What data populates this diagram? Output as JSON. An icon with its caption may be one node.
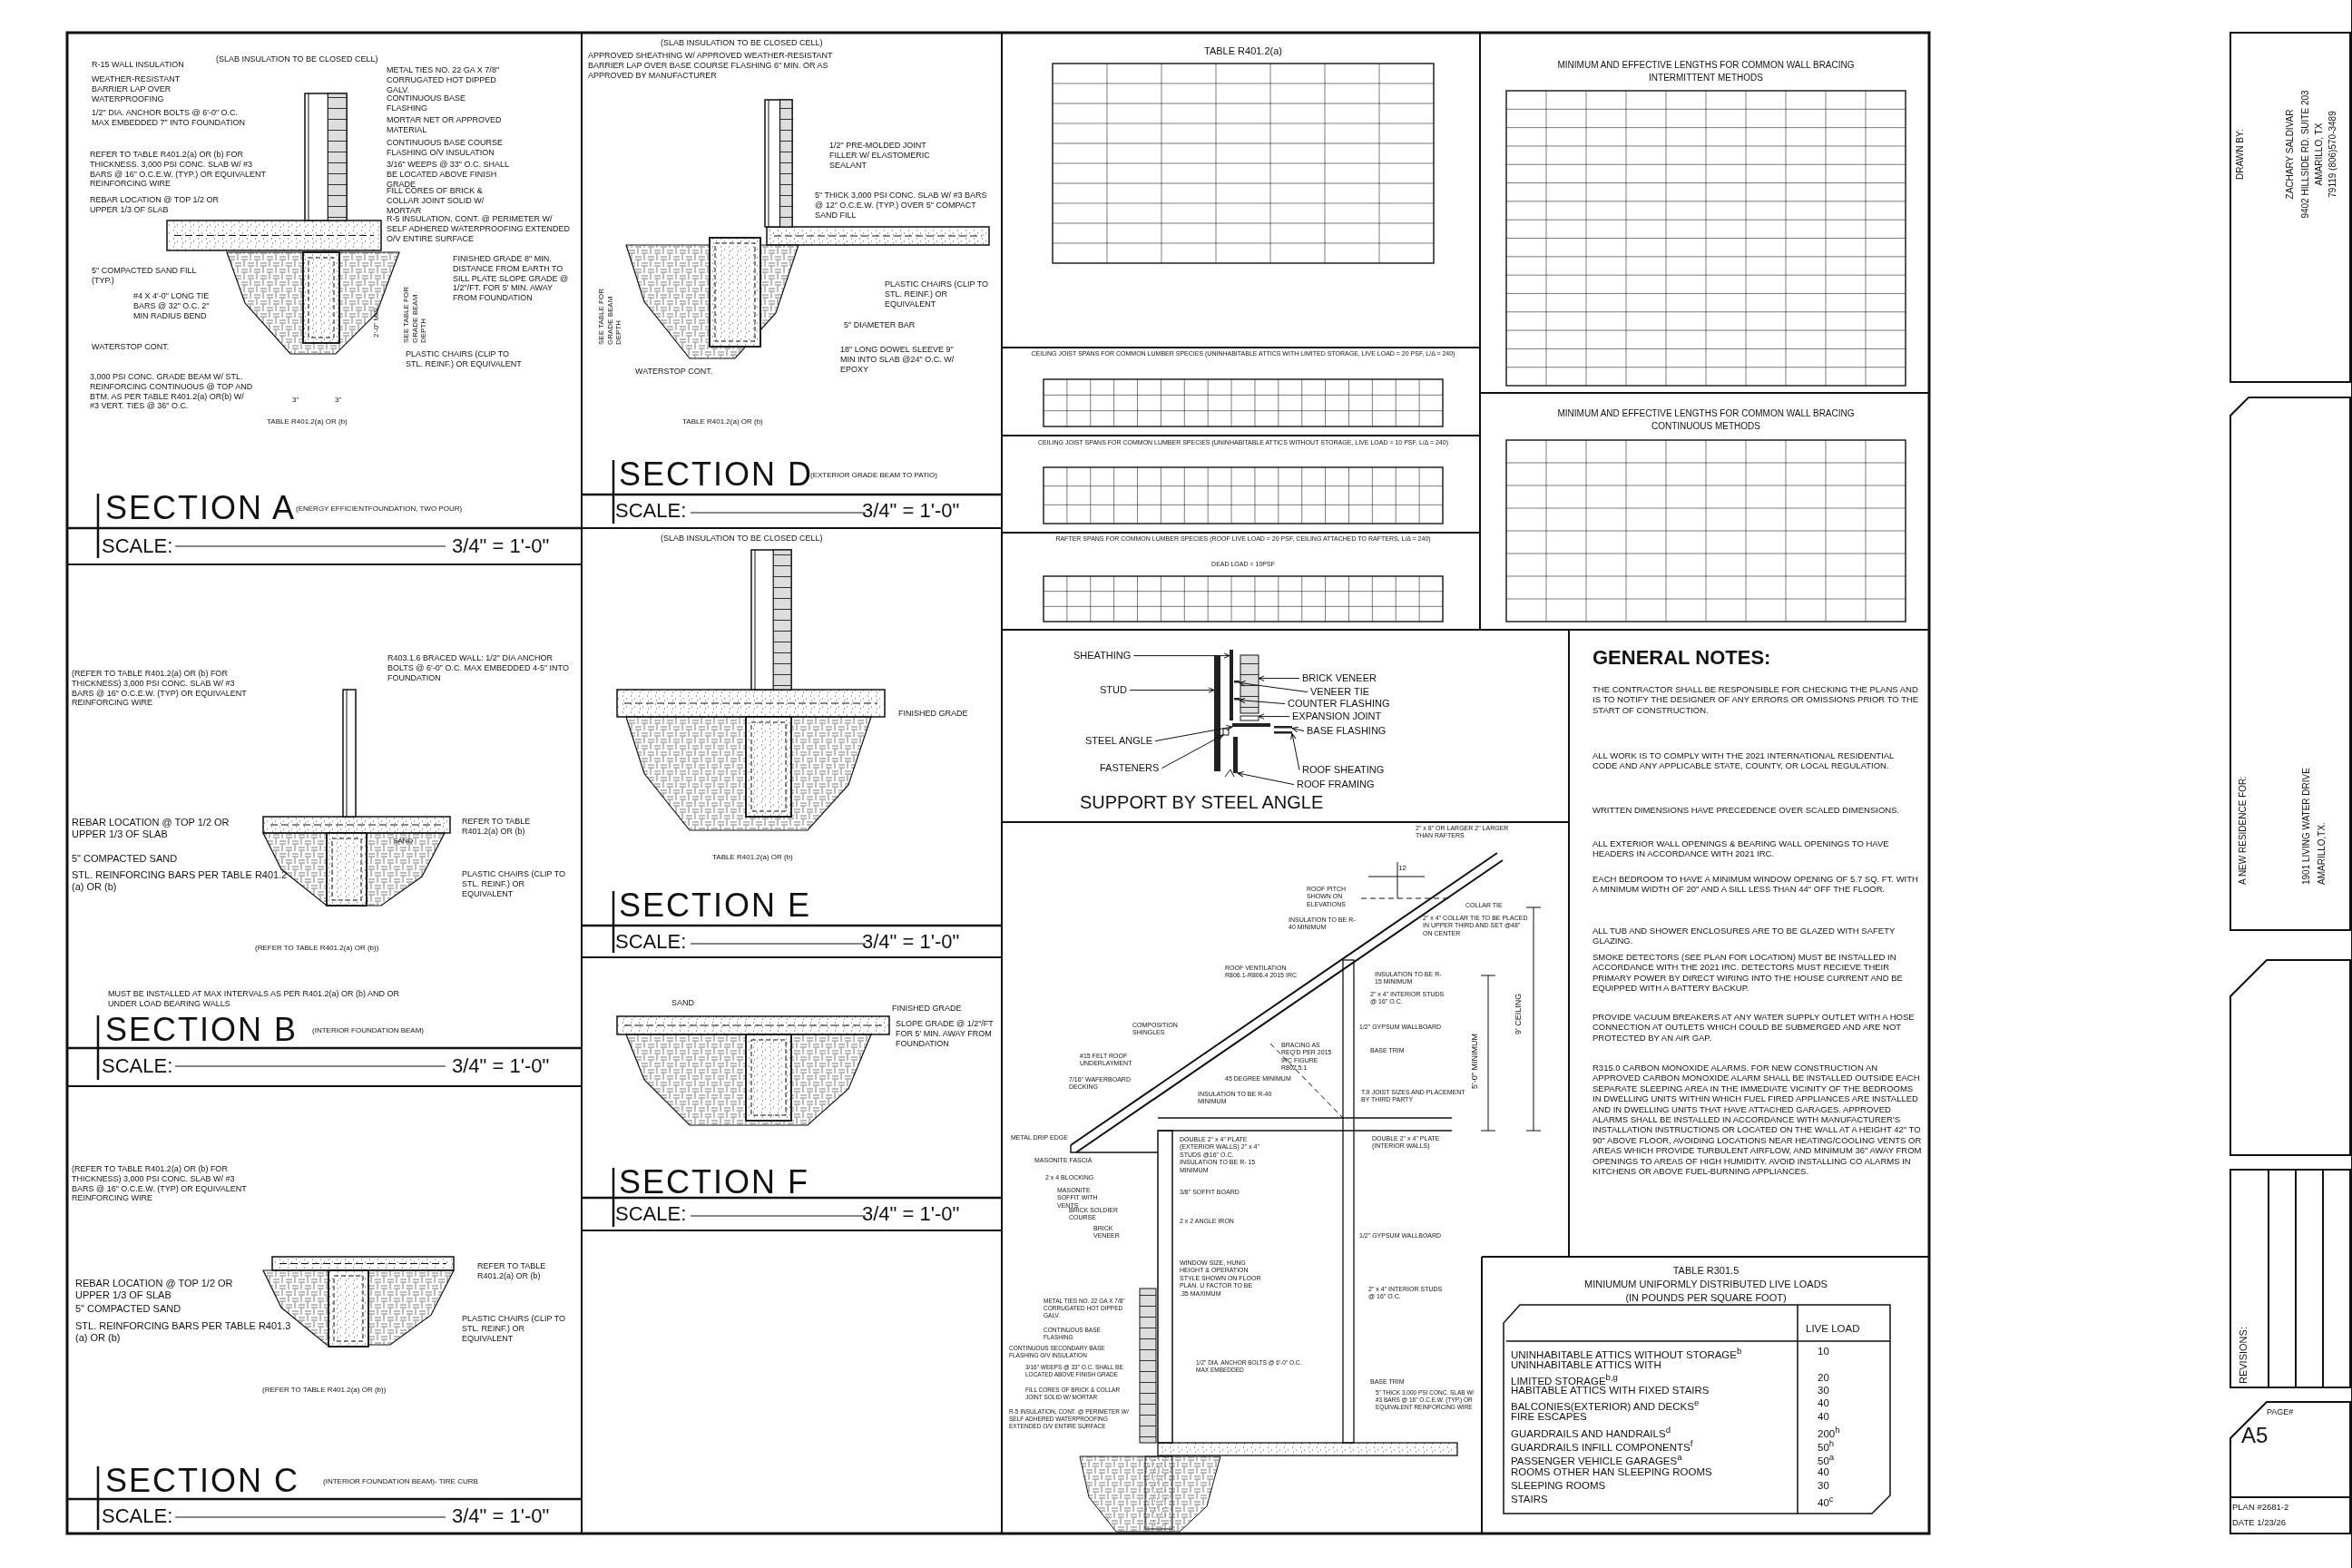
{
  "diagram": {
    "nodes": [
      {
        "text": [
          "SHEATHING"
        ]
      },
      {
        "text": [
          "STUD"
        ]
      },
      {
        "text": [
          "STEEL ANGLE"
        ]
      },
      {
        "text": [
          "FASTENERS"
        ]
      },
      {
        "text": [
          "BRICK VENEER"
        ]
      },
      {
        "text": [
          "VENEER TIE"
        ]
      },
      {
        "text": [
          "COUNTER FLASHING"
        ]
      },
      {
        "text": [
          "EXPANSION JOINT"
        ]
      },
      {
        "text": [
          "BASE FLASHING"
        ]
      },
      {
        "text": [
          "ROOF SHEATING"
        ]
      },
      {
        "text": [
          "ROOF FRAMING"
        ]
      },
      {
        "text": [],
        "shape": "bar"
      },
      {
        "text": [],
        "shape": "bar"
      },
      {
        "text": [],
        "shape": "bar"
      },
      {
        "text": [],
        "shape": "box"
      },
      {
        "text": [],
        "shape": "box"
      },
      {
        "text": [],
        "shape": "bar"
      },
      {
        "text": [],
        "shape": "bar"
      },
      {
        "text": [],
        "shape": "box"
      },
      {
        "text": [],
        "shape": "bar"
      },
      {
        "text": [],
        "shape": "bar"
      },
      {
        "text": [],
        "shape": "bar"
      }
    ],
    "edges": [
      {
        "from": 0,
        "to": 11,
        "arrow": "to"
      },
      {
        "from": 1,
        "to": 12,
        "arrow": "to"
      },
      {
        "from": 2,
        "to": 13,
        "arrow": "to"
      },
      {
        "from": 3,
        "to": 14,
        "arrow": "to"
      },
      {
        "from": 4,
        "to": 15,
        "arrow": "to"
      },
      {
        "from": 5,
        "to": 16,
        "arrow": "to"
      },
      {
        "from": 6,
        "to": 17,
        "arrow": "to"
      },
      {
        "from": 7,
        "to": 18,
        "arrow": "to"
      },
      {
        "from": 8,
        "to": 19,
        "arrow": "to"
      },
      {
        "from": 9,
        "to": 20,
        "arrow": "to"
      },
      {
        "from": 10,
        "to": 21,
        "arrow": "to"
      }
    ],
    "labels": [
      "R-15 WALL INSULATION",
      "(SLAB INSULATION TO BE CLOSED CELL)",
      "WEATHER-RESISTANT BARRIER LAP OVER WATERPROOFING",
      "METAL TIES NO. 22 GA X 7/8\" CORRUGATED HOT DIPPED GALV.",
      "1/2\" DIA. ANCHOR BOLTS @ 6'-0\" O.C. MAX EMBEDDED 7\" INTO FOUNDATION",
      "CONTINUOUS BASE FLASHING",
      "MORTAR NET OR APPROVED MATERIAL",
      "REFER TO TABLE R401.2(a) OR (b) FOR THICKNESS. 3,000 PSI CONC. SLAB W/ #3 BARS @ 16\" O.C.E.W. (TYP.) OR EQUIVALENT REINFORCING WIRE",
      "CONTINUOUS BASE COURSE FLASHING O/V INSULATION",
      "3/16\" WEEPS @ 33\" O.C. SHALL BE LOCATED ABOVE FINISH GRADE",
      "REBAR LOCATION @ TOP 1/2 OR UPPER 1/3 OF SLAB",
      "FILL CORES OF BRICK & COLLAR JOINT SOLID W/ MORTAR",
      "R-5 INSULATION, CONT. @ PERIMETER W/ SELF ADHERED WATERPROOFING EXTENDED O/V ENTIRE SURFACE",
      "5\" COMPACTED SAND FILL (TYP.)",
      "FINISHED GRADE 8\" MIN. DISTANCE FROM EARTH TO SILL PLATE SLOPE GRADE @ 1/2\"/FT. FOR 5' MIN. AWAY FROM FOUNDATION",
      "#4 X 4'-0\" LONG TIE BARS @ 32\" O.C. 2\" MIN RADIUS BEND",
      "2'-0\" MIN",
      "SEE TABLE FOR GRADE BEAM DEPTH",
      "WATERSTOP CONT.",
      "PLASTIC CHAIRS (CLIP TO STL. REINF.) OR EQUIVALENT",
      "3,000 PSI CONC. GRADE BEAM W/ STL. REINFORCING CONTINUOUS @ TOP AND BTM. AS PER TABLE R401.2(a) OR(b) W/ #3 VERT. TIES @ 36\" O.C.",
      "3\"",
      "3\"",
      "TABLE R401.2(a) OR (b)",
      "SECTION A",
      "(ENERGY EFFICIENTFOUNDATION, TWO POUR)",
      "SCALE:",
      "3/4\" = 1'-0\"",
      "(REFER TO TABLE R401.2(a) OR (b) FOR THICKNESS) 3,000 PSI CONC. SLAB W/ #3 BARS @ 16\" O.C.E.W. (TYP) OR EQUIVALENT REINFORCING WIRE",
      "R403.1.6 BRACED WALL: 1/2\" DIA ANCHOR BOLTS @ 6'-0\" O.C. MAX EMBEDDED 4-5\" INTO FOUNDATION",
      "REBAR LOCATION @ TOP 1/2 OR UPPER 1/3 OF SLAB",
      "REFER TO TABLE R401.2(a) OR (b)",
      "SAND",
      "5\" COMPACTED SAND",
      "STL. REINFORCING BARS PER TABLE R401.2 (a) OR (b)",
      "PLASTIC CHAIRS (CLIP TO STL. REINF.) OR EQUIVALENT",
      "(REFER TO TABLE R401.2(a) OR (b))",
      "MUST BE INSTALLED AT MAX INTERVALS AS PER R401.2(a) OR (b) AND OR UNDER LOAD BEARING WALLS",
      "SECTION B",
      "(INTERIOR FOUNDATION BEAM)",
      "SCALE:",
      "3/4\" = 1'-0\"",
      "(REFER TO TABLE R401.2(a) OR (b) FOR THICKNESS) 3,000 PSI CONC. SLAB W/ #3 BARS @ 16\" O.C.E.W. (TYP) OR EQUIVALENT REINFORCING WIRE",
      "REBAR LOCATION @ TOP 1/2 OR UPPER 1/3 OF SLAB",
      "REFER TO TABLE R401.2(a) OR (b)",
      "5\" COMPACTED SAND",
      "STL. REINFORCING BARS PER TABLE R401.3 (a) OR (b)",
      "PLASTIC CHAIRS (CLIP TO STL. REINF.) OR EQUIVALENT",
      "(REFER TO TABLE R401.2(a) OR (b))",
      "SECTION C",
      "(INTERIOR FOUNDATION BEAM)- TIRE CURB",
      "SCALE:",
      "3/4\" = 1'-0\"",
      "(SLAB INSULATION TO BE CLOSED CELL)",
      "APPROVED SHEATHING W/ APPROVED WEATHER-RESISTANT BARRIER LAP OVER BASE COURSE FLASHING 6\" MIN. OR AS APPROVED BY MANUFACTURER",
      "1/2\" PRE-MOLDED JOINT FILLER W/ ELASTOMERIC SEALANT",
      "5\" THICK 3,000 PSI CONC. SLAB W/ #3 BARS @ 12\" O.C.E.W. (TYP.) OVER 5\" COMPACT SAND FILL",
      "SEE TABLE FOR GRADE BEAM DEPTH",
      "WATERSTOP CONT.",
      "PLASTIC CHAIRS (CLIP TO STL. REINF.) OR EQUIVALENT",
      "5\" DIAMETER BAR",
      "18\" LONG DOWEL SLEEVE 9\" MIN INTO SLAB @24\" O.C. W/ EPOXY",
      "TABLE R401.2(a) OR (b)",
      "SECTION D",
      "(EXTERIOR GRADE BEAM TO PATIO)",
      "SCALE:",
      "3/4\" = 1'-0\"",
      "(SLAB INSULATION TO BE CLOSED CELL)",
      "FINISHED GRADE",
      "TABLE R401.2(a) OR (b)",
      "SECTION E",
      "SCALE:",
      "3/4\" = 1'-0\"",
      "SAND",
      "FINISHED GRADE",
      "SLOPE GRADE @ 1/2\"/FT FOR 5' MIN. AWAY FROM FOUNDATION",
      "SECTION F",
      "SCALE:",
      "3/4\" = 1'-0\"",
      "TABLE R401.2(a)",
      "CEILING JOIST SPANS FOR COMMON LUMBER SPECIES (UNINHABITABLE ATTICS WITH LIMITED STORAGE, LIVE LOAD = 20 PSF, L/Δ = 240)",
      "CEILING JOIST SPANS FOR COMMON LUMBER SPECIES (UNINHABITABLE ATTICS WITHOUT STORAGE, LIVE LOAD = 10 PSF, L/Δ = 240)",
      "RAFTER SPANS FOR COMMON LUMBER SPECIES (ROOF LIVE LOAD = 20 PSF, CEILING ATTACHED TO RAFTERS, L/Δ = 240)",
      "DEAD LOAD = 10PSF",
      "MINIMUM AND EFFECTIVE LENGTHS FOR COMMON WALL BRACING",
      "INTERMITTENT METHODS",
      "MINIMUM AND EFFECTIVE LENGTHS FOR COMMON WALL BRACING",
      "CONTINUOUS METHODS",
      "SUPPORT BY STEEL ANGLE",
      "2\" x 8\" OR LARGER 2\" LARGER THAN RAFTERS",
      "ROOF PITCH SHOWN ON ELEVATIONS",
      "12",
      "COLLAR TIE",
      "INSULATION TO BE R-40 MINIMUM",
      "2\" x 4\" COLLAR TIE TO BE PLACED IN UPPER THIRD AND SET @48\" ON CENTER",
      "ROOF VENTILATION R806.1-R806.4 2015 IRC",
      "INSULATION TO BE R- 15 MINIMUM",
      "2\" x 4\" INTERIOR STUDS @ 16\" O.C.",
      "9' CEILING",
      "5'-0\" MINIMUM",
      "1/2\" GYPSUM WALLBOARD",
      "COMPOSITION SHINGLES",
      "BRACING AS REQ'D PER 2015 IRC FIGURE R802.5.1",
      "BASE TRIM",
      "#15 FELT ROOF UNDERLAYMENT",
      "7/16\" WAFERBOARD DECKING",
      "45 DEGREE MINIMUM",
      "INSULATION TO BE R-40 MINIMUM",
      "TJI JOIST SIZES AND PLACEMENT BY THIRD PARTY",
      "METAL DRIP EDGE",
      "DOUBLE 2\" x 4\" PLATE (INTERIOR WALLS)",
      "DOUBLE 2\" x 4\" PLATE (EXTERIOR WALLS) 2\" x 4\" STUDS @16\" O.C. INSULATION TO BE R- 15 MINIMUM",
      "MASONITE FASCIA",
      "2 x 4 BLOCKING",
      "3/8\" SOFFIT BOARD",
      "MASONITE SOFFIT WITH VENTS",
      "BRICK SOLDIER COURSE",
      "BRICK VENEER",
      "2 x 2 ANGLE IRON",
      "1/2\" GYPSUM WALLBOARD",
      "WINDOW SIZE, HUNG HEIGHT & OPERATION STYLE SHOWN ON FLOOR PLAN. U FACTOR TO BE .35 MAXIMUM",
      "2\" x 4\" INTERIOR STUDS @ 16\" O.C.",
      "METAL TIES NO. 22 GA X 7/8\" CORRUGATED HOT DIPPED GALV.",
      "CONTINUOUS BASE FLASHING",
      "CONTINUOUS SECONDARY BASE FLASHING O/V INSULATION",
      "3/16\" WEEPS @ 33\" O.C. SHALL BE LOCATED ABOVE FINISH GRADE",
      "1/2\" DIA. ANCHOR BOLTS @ 6'-0\" O.C. MAX EMBEDDED",
      "BASE TRIM",
      "5\" THICK 3,000 PSI CONC. SLAB W/ #3 BARS @ 16\" O.C.E.W. (TYP.) OR EQUIVALENT REINFORCING WIRE",
      "FILL CORES OF BRICK & COLLAR JOINT SOLID W/ MORTAR",
      "R-5 INSULATION, CONT. @ PERIMETER W/ SELF ADHERED WATERPROOFING EXTENDED O/V ENTIRE SURFACE",
      "GENERAL NOTES:",
      "THE CONTRACTOR SHALL BE RESPONSIBLE FOR CHECKING THE PLANS AND IS TO NOTIFY THE DESIGNER OF ANY ERRORS OR OMISSIONS PRIOR TO THE START OF CONSTRUCTION.",
      "ALL WORK IS TO COMPLY WITH THE 2021 INTERNATIONAL RESIDENTIAL CODE AND ANY APPLICABLE STATE, COUNTY, OR LOCAL REGULATION.",
      "WRITTEN DIMENSIONS HAVE PRECEDENCE OVER SCALED DIMENSIONS.",
      "ALL EXTERIOR WALL OPENINGS & BEARING WALL OPENINGS TO HAVE HEADERS IN ACCORDANCE WITH 2021 IRC.",
      "EACH BEDROOM TO HAVE A MINIMUM WINDOW OPENING OF 5.7 SQ. FT. WITH A MINIMUM WIDTH OF 20\" AND A SILL LESS THAN 44\" OFF THE FLOOR.",
      "ALL TUB AND SHOWER ENCLOSURES ARE TO BE GLAZED WITH SAFETY GLAZING.",
      "SMOKE DETECTORS (SEE PLAN FOR LOCATION) MUST BE INSTALLED IN ACCORDANCE WITH THE 2021 IRC. DETECTORS MUST RECIEVE THEIR PRIMARY POWER BY DIRECT WIRING INTO THE HOUSE CURRENT AND BE EQUIPPED WITH A BATTERY BACKUP.",
      "PROVIDE VACUUM BREAKERS AT ANY WATER SUPPLY OUTLET WITH A HOSE CONNECTION AT OUTLETS WHICH COULD BE SUBMERGED AND ARE NOT PROTECTED BY AN AIR GAP.",
      "R315.0 CARBON MONOXIDE ALARMS. FOR NEW CONSTRUCTION AN APPROVED CARBON MONOXIDE ALARM SHALL BE INSTALLED OUTSIDE EACH SEPARATE SLEEPING AREA IN THE IMMEDIATE VICINITY OF THE BEDROOMS IN DWELLING UNITS WITHIN WHICH FUEL FIRED APPLIANCES ARE INSTALLED AND IN DWELLING UNITS THAT HAVE ATTACHED GARAGES. APPROVED ALARMS SHALL BE INSTALLED IN ACCORDANCE WITH MANUFACTURER'S INSTALLATION INSTRUCTIONS OR LOCATED ON THE WALL AT A HEIGHT 42\" TO 90\" ABOVE FLOOR, AVOIDING LOCATIONS NEAR HEATING/COOLING VENTS OR AREAS WHICH PROVIDE TURBULENT AIRFLOW, AND MINIMUM 36\" AWAY FROM OPENINGS TO AREAS OF HIGH HUMIDITY. AVOID INSTALLING CO ALARMS IN KITCHENS OR ABOVE FUEL-BURNING APPLIANCES.",
      "TABLE R301.5",
      "MINIUMUM UNIFORMLY DISTRIBUTED LIVE LOADS",
      "(IN POUNDS PER SQUARE FOOT)",
      "LIVE LOAD",
      "UNINHABITABLE ATTICS WITHOUT STORAGE$^{b}$",
      "10",
      "UNINHABITABLE ATTICS WITH LIMITED STORAGE$^{b,g}$",
      "20",
      "HABITABLE ATTICS WITH FIXED STAIRS",
      "30",
      "BALCONIES(EXTERIOR) AND DECKS$^{e}$",
      "40",
      "FIRE ESCAPES",
      "40",
      "GUARDRAILS AND HANDRAILS$^{d}$",
      "200$^{h}$",
      "GUARDRAILS INFILL COMPONENTS$^{f}$",
      "50$^{h}$",
      "PASSENGER VEHICLE GARAGES$^{a}$",
      "50$^{a}$",
      "ROOMS OTHER HAN SLEEPING ROOMS",
      "40",
      "SLEEPING ROOMS",
      "30",
      "STAIRS",
      "40$^{c}$",
      "DRAWN BY:",
      "ZACHARY SALDIVAR",
      "9402 HILLSIDE RD. SUITE 203",
      "AMARILLO, TX",
      "79119 (806)570-3489",
      "A NEW RESIDENCE FOR:",
      "1901 LIVING WATER DRIVE",
      "AMARILLO,TX.",
      "REVISIONS:",
      "PAGE#",
      "A5",
      "PLAN #2681-2",
      "DATE 1/23/26"
    ]
  }
}
